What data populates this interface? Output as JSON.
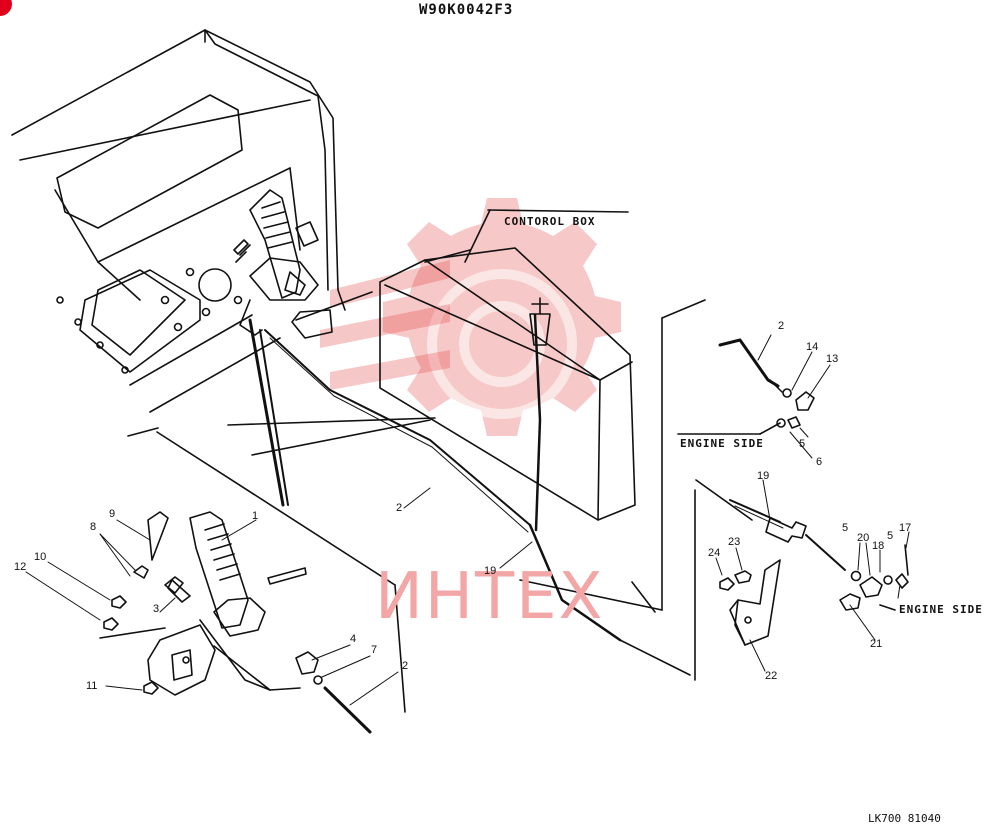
{
  "header": {
    "code": "W90K0042F3"
  },
  "labels": {
    "control_box": "CONTOROL BOX",
    "engine_side_1": "ENGINE SIDE",
    "engine_side_2": "ENGINE SIDE"
  },
  "callouts": [
    {
      "id": "c1",
      "text": "1"
    },
    {
      "id": "c2a",
      "text": "2"
    },
    {
      "id": "c2b",
      "text": "2"
    },
    {
      "id": "c2c",
      "text": "2"
    },
    {
      "id": "c3",
      "text": "3"
    },
    {
      "id": "c4",
      "text": "4"
    },
    {
      "id": "c5a",
      "text": "5"
    },
    {
      "id": "c5b",
      "text": "5"
    },
    {
      "id": "c5c",
      "text": "5"
    },
    {
      "id": "c6",
      "text": "6"
    },
    {
      "id": "c7",
      "text": "7"
    },
    {
      "id": "c8",
      "text": "8"
    },
    {
      "id": "c9",
      "text": "9"
    },
    {
      "id": "c10",
      "text": "10"
    },
    {
      "id": "c11",
      "text": "11"
    },
    {
      "id": "c12",
      "text": "12"
    },
    {
      "id": "c13",
      "text": "13"
    },
    {
      "id": "c14",
      "text": "14"
    },
    {
      "id": "c17",
      "text": "17"
    },
    {
      "id": "c18",
      "text": "18"
    },
    {
      "id": "c19a",
      "text": "19"
    },
    {
      "id": "c19b",
      "text": "19"
    },
    {
      "id": "c20",
      "text": "20"
    },
    {
      "id": "c21",
      "text": "21"
    },
    {
      "id": "c22",
      "text": "22"
    },
    {
      "id": "c23",
      "text": "23"
    },
    {
      "id": "c24",
      "text": "24"
    }
  ],
  "watermark": {
    "text": "ИНТЕХ",
    "color": "#f2a6a6"
  },
  "footer": {
    "ref": "LK700 81040"
  }
}
